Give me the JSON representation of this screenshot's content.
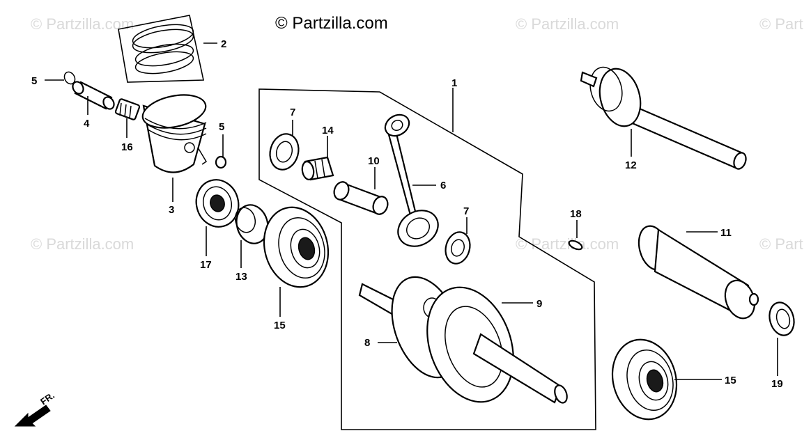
{
  "header": {
    "copyright": "© Partzilla.com"
  },
  "watermarks": [
    "© Partzilla.com",
    "© Partzilla.com",
    "© Partzilla.com",
    "© Partzilla.com",
    "© Part",
    "© Part"
  ],
  "labels": {
    "l1": "1",
    "l2": "2",
    "l3": "3",
    "l4": "4",
    "l5a": "5",
    "l5b": "5",
    "l6": "6",
    "l7a": "7",
    "l7b": "7",
    "l8": "8",
    "l9": "9",
    "l10": "10",
    "l11": "11",
    "l12": "12",
    "l13": "13",
    "l14": "14",
    "l15a": "15",
    "l15b": "15",
    "l16": "16",
    "l17": "17",
    "l18": "18",
    "l19": "19"
  },
  "direction": {
    "text": "FR.",
    "icon": "front-arrow-icon"
  }
}
